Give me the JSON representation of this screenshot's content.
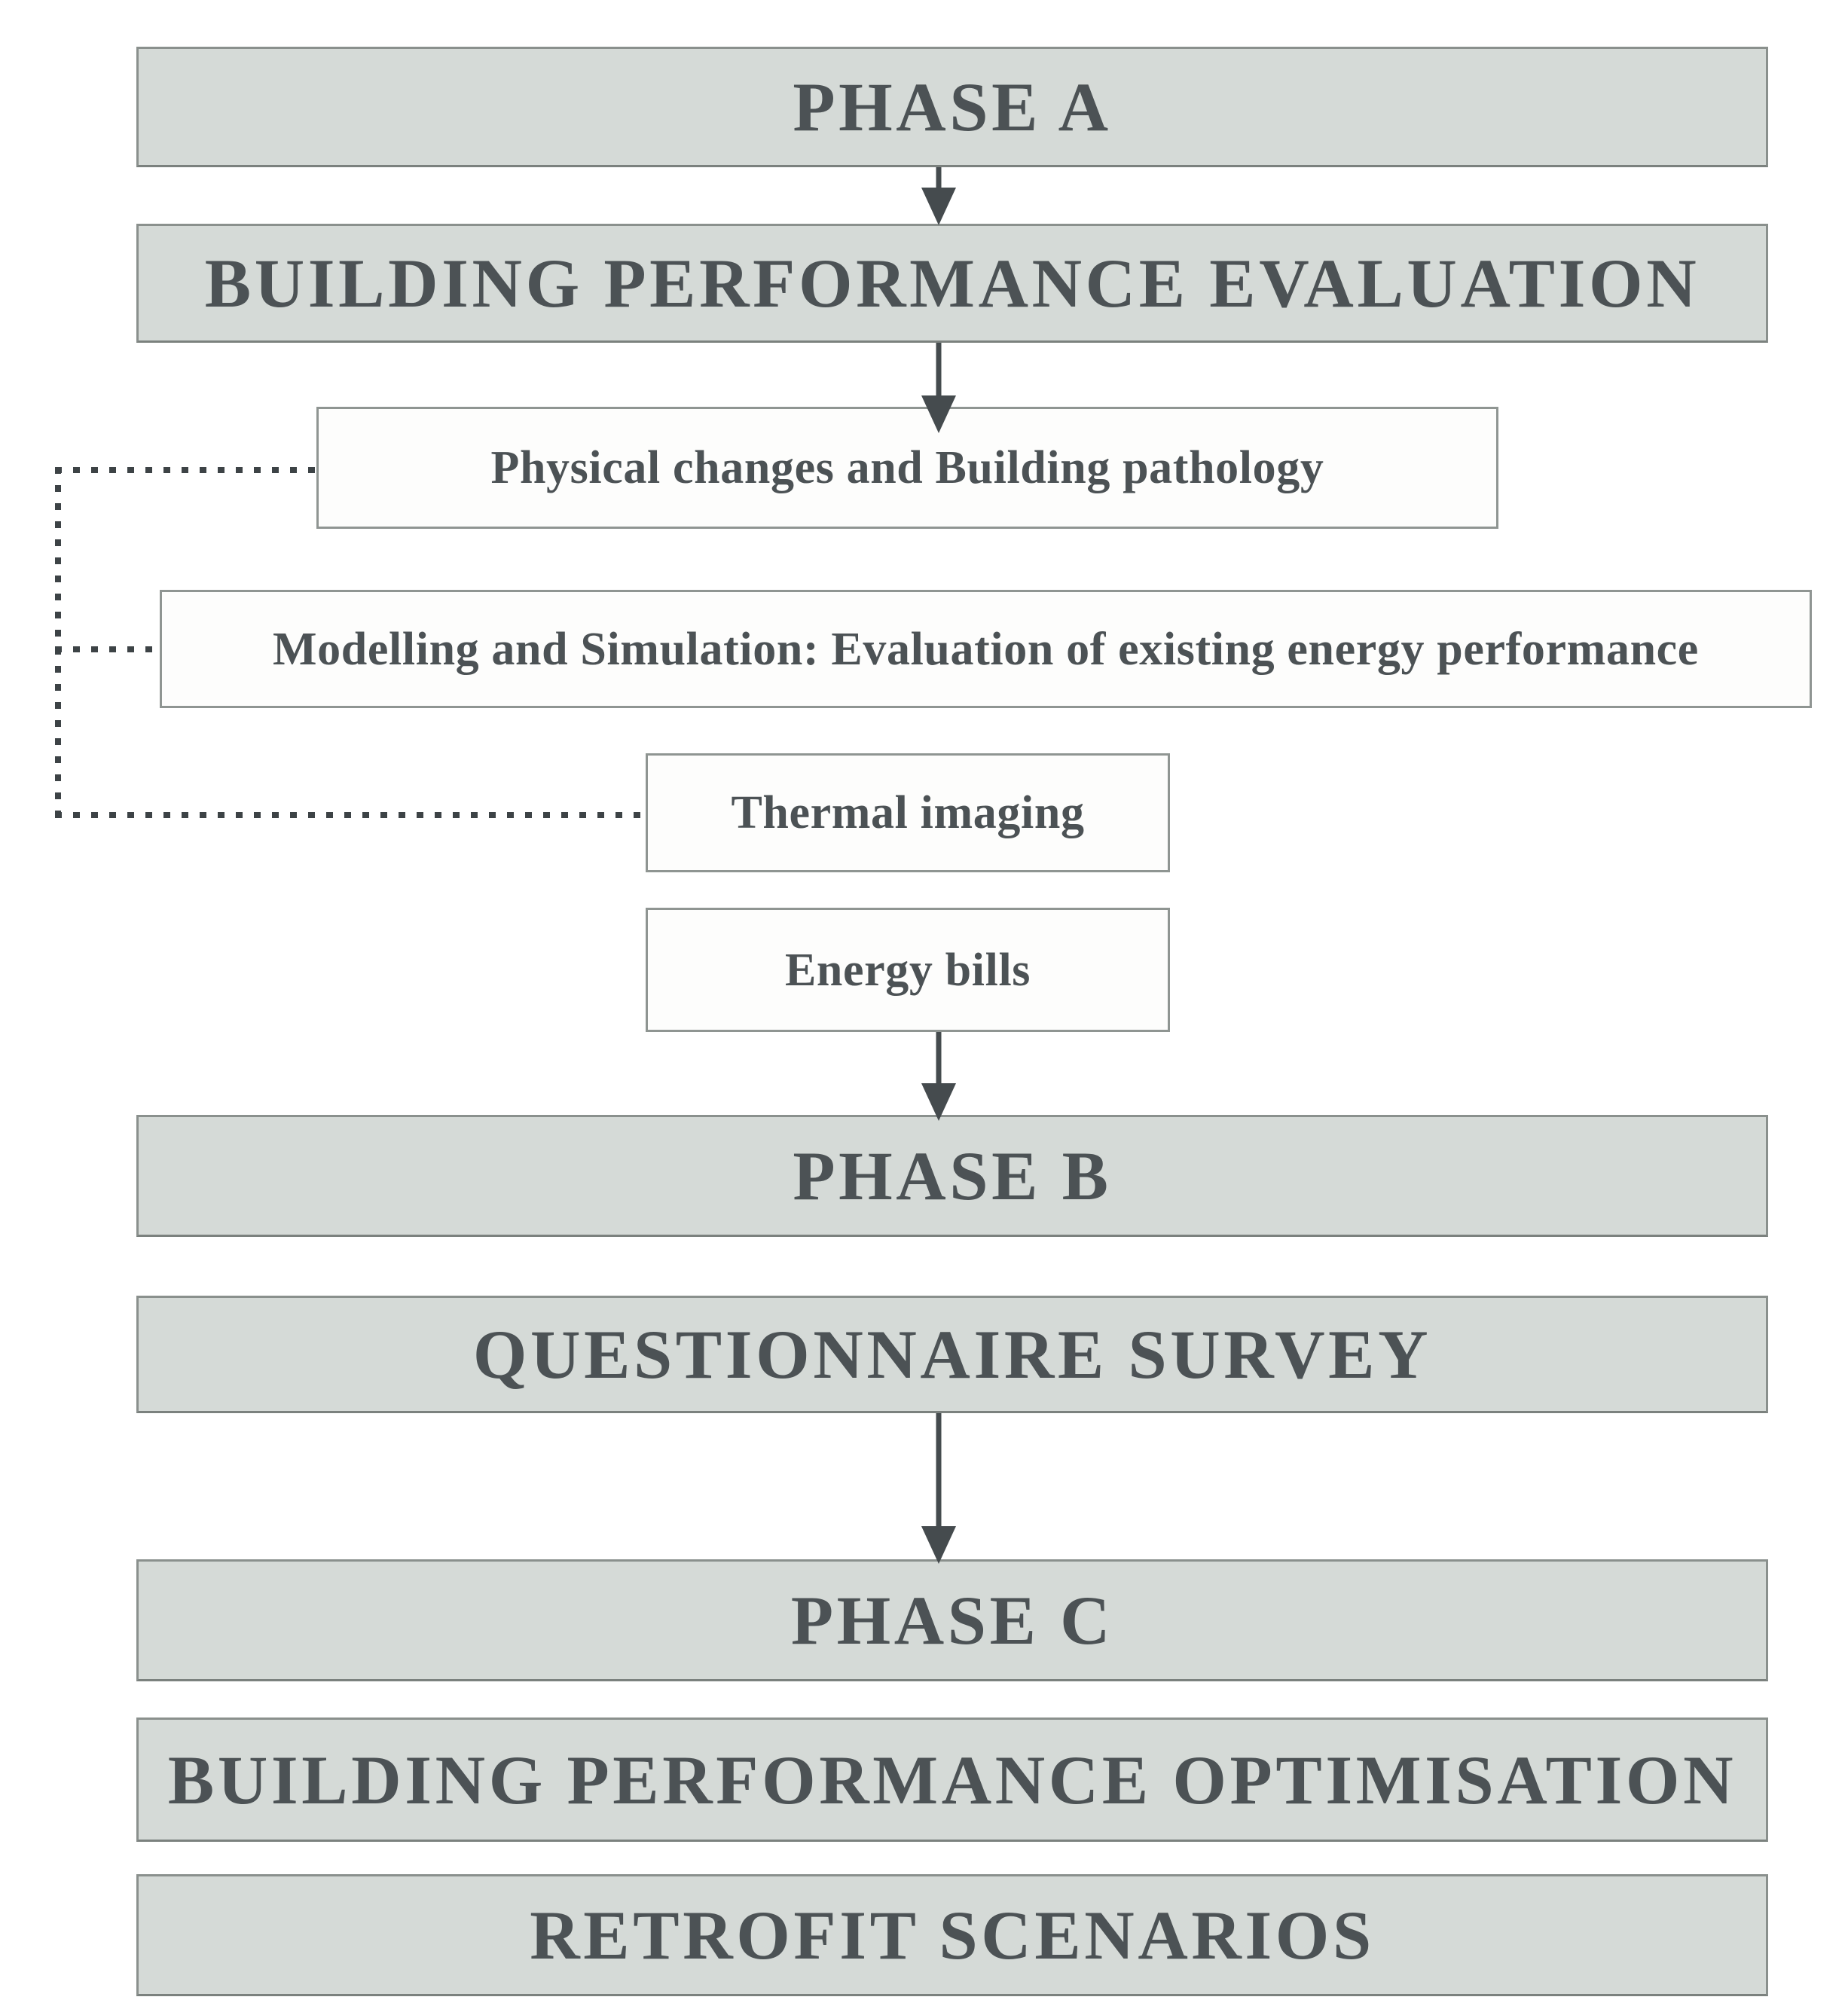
{
  "diagram": {
    "type": "flowchart",
    "nodes": [
      {
        "id": "phase-a",
        "label": "PHASE A",
        "kind": "phase"
      },
      {
        "id": "building-performance-evaluation",
        "label": "BUILDING PERFORMANCE EVALUATION",
        "kind": "phase"
      },
      {
        "id": "physical-changes",
        "label": "Physical changes and Building pathology",
        "kind": "sub"
      },
      {
        "id": "modelling-simulation",
        "label": "Modelling and Simulation: Evaluation of existing energy performance",
        "kind": "sub"
      },
      {
        "id": "thermal-imaging",
        "label": "Thermal imaging",
        "kind": "sub"
      },
      {
        "id": "energy-bills",
        "label": "Energy bills",
        "kind": "sub"
      },
      {
        "id": "phase-b",
        "label": "PHASE B",
        "kind": "phase"
      },
      {
        "id": "questionnaire-survey",
        "label": "QUESTIONNAIRE SURVEY",
        "kind": "phase"
      },
      {
        "id": "phase-c",
        "label": "PHASE C",
        "kind": "phase"
      },
      {
        "id": "building-performance-optimisation",
        "label": "BUILDING PERFORMANCE OPTIMISATION",
        "kind": "phase"
      },
      {
        "id": "retrofit-scenarios",
        "label": "RETROFIT SCENARIOS",
        "kind": "phase"
      }
    ],
    "connections": {
      "solid_arrows": [
        {
          "from": "phase-a",
          "to": "building-performance-evaluation"
        },
        {
          "from": "building-performance-evaluation",
          "to": "physical-changes"
        },
        {
          "from": "energy-bills",
          "to": "phase-b"
        },
        {
          "from": "questionnaire-survey",
          "to": "phase-c"
        }
      ],
      "dotted_bracket_links": [
        "physical-changes",
        "modelling-simulation",
        "thermal-imaging"
      ]
    },
    "colors": {
      "background": "#ffffff",
      "phase_fill": "#d5dad7",
      "phase_border": "#8a908d",
      "sub_fill": "#fdfdfc",
      "sub_border": "#8f9592",
      "text": "#4c5255",
      "arrow": "#454b4e",
      "dotted": "#3d4346"
    }
  }
}
